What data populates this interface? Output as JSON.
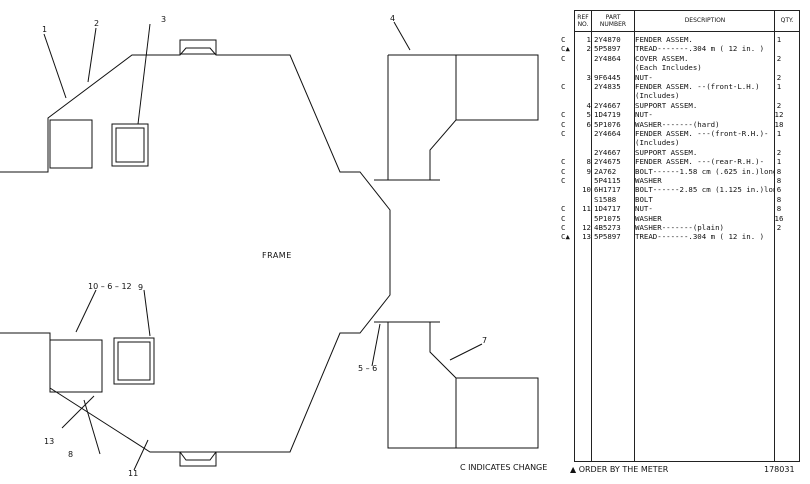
{
  "labels": {
    "frame": "FRAME",
    "note": "C  INDICATES CHANGE",
    "order": "▲ ORDER BY THE METER",
    "fig": "178031"
  },
  "callouts": [
    "1",
    "2",
    "3",
    "4",
    "5",
    "6",
    "7",
    "8",
    "9",
    "10 – 6 – 12",
    "11",
    "13",
    "5 – 6"
  ],
  "table": {
    "headers": {
      "ref": "REF NO.",
      "part": "PART NUMBER",
      "desc": "DESCRIPTION",
      "qty": "QTY."
    },
    "rows": [
      {
        "c": "C",
        "ref": "1",
        "part": "2Y4870",
        "desc": "FENDER ASSEM.",
        "qty": "1"
      },
      {
        "c": "C▲",
        "ref": "2",
        "part": "5P5897",
        "desc": "TREAD-------.304 m ( 12 in. )",
        "qty": ""
      },
      {
        "c": "C",
        "ref": "",
        "part": "2Y4864",
        "desc": "COVER ASSEM.",
        "qty": "2"
      },
      {
        "c": "",
        "ref": "",
        "part": "",
        "desc": "   (Each Includes)",
        "qty": ""
      },
      {
        "c": "",
        "ref": "3",
        "part": "9F6445",
        "desc": "   NUT-",
        "qty": "2"
      },
      {
        "c": "C",
        "ref": "",
        "part": "2Y4835",
        "desc": "FENDER ASSEM. --(front-L.H.)",
        "qty": "1"
      },
      {
        "c": "",
        "ref": "",
        "part": "",
        "desc": "   (Includes)",
        "qty": ""
      },
      {
        "c": "",
        "ref": "4",
        "part": "2Y4667",
        "desc": "   SUPPORT ASSEM.",
        "qty": "2"
      },
      {
        "c": "C",
        "ref": "5",
        "part": "1D4719",
        "desc": "NUT-",
        "qty": "12"
      },
      {
        "c": "C",
        "ref": "6",
        "part": "5P1076",
        "desc": "WASHER-------(hard)",
        "qty": "18"
      },
      {
        "c": "C",
        "ref": "",
        "part": "2Y4664",
        "desc": "FENDER ASSEM. ---(front-R.H.)-",
        "qty": "1"
      },
      {
        "c": "",
        "ref": "",
        "part": "",
        "desc": "   (Includes)",
        "qty": ""
      },
      {
        "c": "",
        "ref": "",
        "part": "2Y4667",
        "desc": "   SUPPORT ASSEM.",
        "qty": "2"
      },
      {
        "c": "C",
        "ref": "8",
        "part": "2Y4675",
        "desc": "FENDER ASSEM. ---(rear-R.H.)-",
        "qty": "1"
      },
      {
        "c": "C",
        "ref": "9",
        "part": "2A762",
        "desc": "BOLT------1.58 cm (.625 in.)long-",
        "qty": "8"
      },
      {
        "c": "C",
        "ref": "",
        "part": "5P4115",
        "desc": "WASHER",
        "qty": "8"
      },
      {
        "c": "",
        "ref": "10",
        "part": "6H1717",
        "desc": "BOLT------2.85 cm (1.125 in.)long-",
        "qty": "6"
      },
      {
        "c": "",
        "ref": "",
        "part": "S1588",
        "desc": "BOLT",
        "qty": "8"
      },
      {
        "c": "C",
        "ref": "11",
        "part": "1D4717",
        "desc": "NUT-",
        "qty": "8"
      },
      {
        "c": "C",
        "ref": "",
        "part": "5P1075",
        "desc": "WASHER",
        "qty": "16"
      },
      {
        "c": "C",
        "ref": "12",
        "part": "4B5273",
        "desc": "WASHER-------(plain)",
        "qty": "2"
      },
      {
        "c": "C▲",
        "ref": "13",
        "part": "5P5897",
        "desc": "TREAD-------.304 m ( 12 in. )",
        "qty": ""
      }
    ]
  }
}
